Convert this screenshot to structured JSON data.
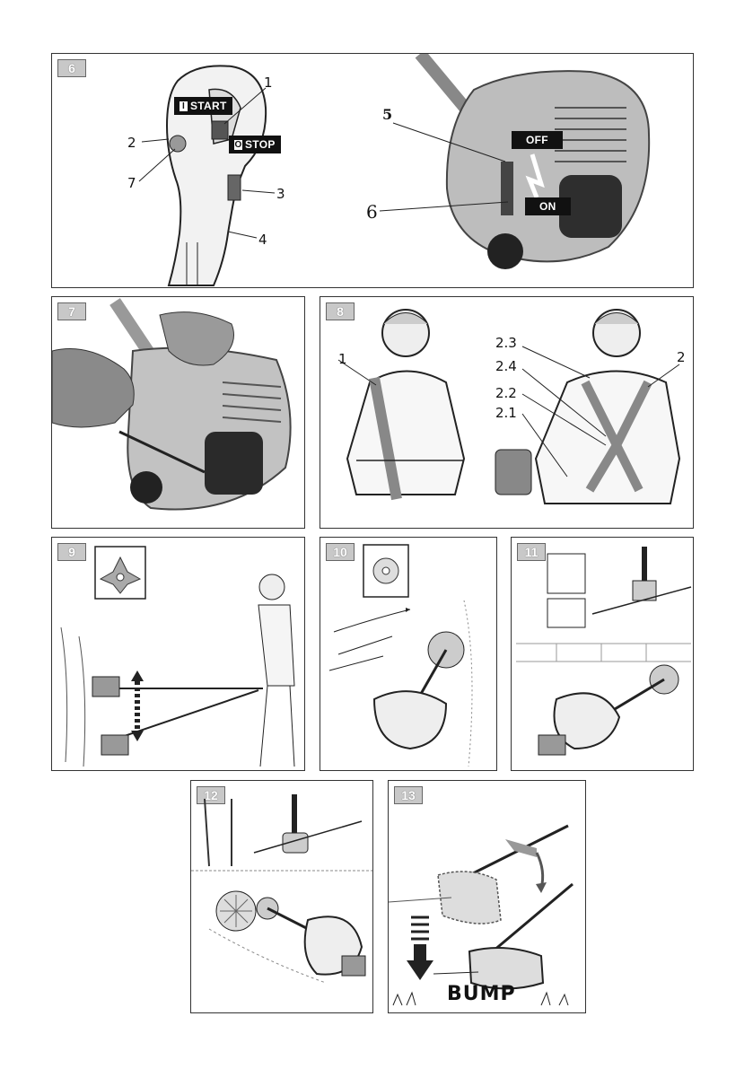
{
  "panels": {
    "p6": {
      "number": "6",
      "tags": {
        "start": "START",
        "stop": "STOP",
        "off": "OFF",
        "on": "ON",
        "start_symbol": "I",
        "stop_symbol": "O"
      },
      "callouts": {
        "c1": "1",
        "c2": "2",
        "c3": "3",
        "c4": "4",
        "c5": "5",
        "c6": "6",
        "c7": "7"
      }
    },
    "p7": {
      "number": "7"
    },
    "p8": {
      "number": "8",
      "callouts": {
        "c1": "1",
        "c2": "2",
        "c23": "2.3",
        "c24": "2.4",
        "c22": "2.2",
        "c21": "2.1"
      }
    },
    "p9": {
      "number": "9"
    },
    "p10": {
      "number": "10"
    },
    "p11": {
      "number": "11"
    },
    "p12": {
      "number": "12"
    },
    "p13": {
      "number": "13",
      "bump_text": "BUMP"
    }
  },
  "colors": {
    "border": "#333333",
    "badge": "#c8c8c8",
    "photo_dark": "#3a3a3a",
    "photo_mid": "#9a9a9a"
  }
}
